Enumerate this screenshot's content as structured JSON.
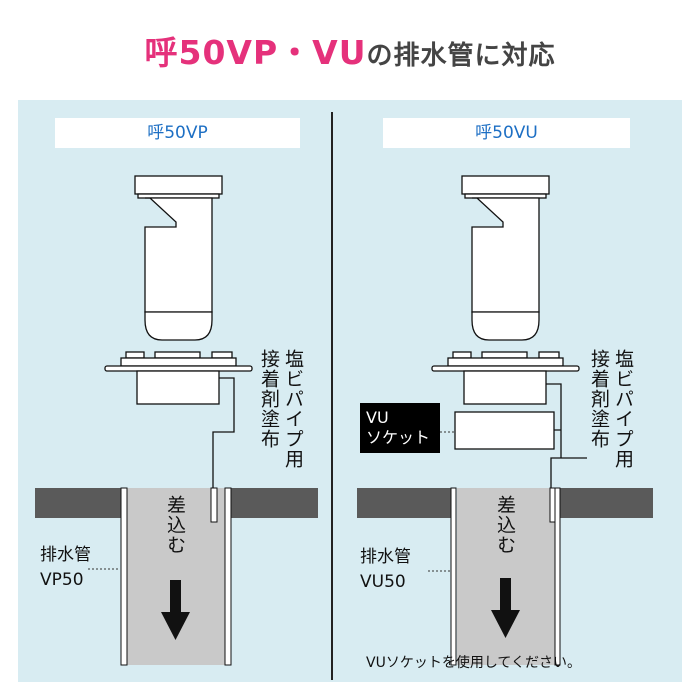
{
  "title": {
    "highlight": "呼50VP・VU",
    "rest": "の排水管に対応"
  },
  "colors": {
    "highlight": "#e5317b",
    "label_text": "#1d6fc4",
    "panel_bg": "#d8ecf2",
    "slab": "#5a5a5a",
    "pipe_inner": "#c9c9c9"
  },
  "left": {
    "label": "呼50VP",
    "adhesive": "接着剤塗布",
    "pvc": "塩ビパイプ用",
    "insert": "差込む",
    "pipe_label": "排水管",
    "pipe_size": "VP50"
  },
  "right": {
    "label": "呼50VU",
    "adhesive": "接着剤塗布",
    "pvc": "塩ビパイプ用",
    "insert": "差込む",
    "pipe_label": "排水管",
    "pipe_size": "VU50",
    "socket_line1": "VU",
    "socket_line2": "ソケット",
    "note": "VUソケットを使用してください。"
  }
}
